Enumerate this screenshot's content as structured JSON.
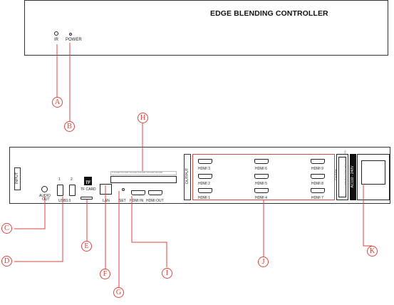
{
  "front_panel": {
    "title": "EDGE BLENDING CONTROLLER",
    "ir_label": "IR",
    "power_label": "POWER"
  },
  "rear_panel": {
    "input_label": "INPUT",
    "output_label": "OUTPUT",
    "audio_label_line1": "AUDIO",
    "audio_label_line2": "OUT",
    "usb1_num": "1",
    "usb2_num": "2",
    "usb_label": "USB3.0",
    "tf_logo": "TF",
    "tf_label": "TF CARD",
    "lan_label": "LAN",
    "set_label": "SET",
    "hdmi_in_label": "HDMI IN",
    "hdmi_out_label": "HDMI OUT",
    "hdmi_outputs": [
      {
        "label": "HDMI 3"
      },
      {
        "label": "HDMI 6"
      },
      {
        "label": "HDMI 9"
      },
      {
        "label": "HDMI 2"
      },
      {
        "label": "HDMI 5"
      },
      {
        "label": "HDMI 8"
      },
      {
        "label": "HDMI 1"
      },
      {
        "label": "HDMI 4"
      },
      {
        "label": "HDMI 7"
      }
    ],
    "caution_label": "CAUTION",
    "ac_label": "AC110 - 240V"
  },
  "callouts": {
    "a": "A",
    "b": "B",
    "c": "C",
    "d": "D",
    "e": "E",
    "f": "F",
    "g": "G",
    "h": "H",
    "i": "I",
    "j": "J",
    "k": "K"
  }
}
